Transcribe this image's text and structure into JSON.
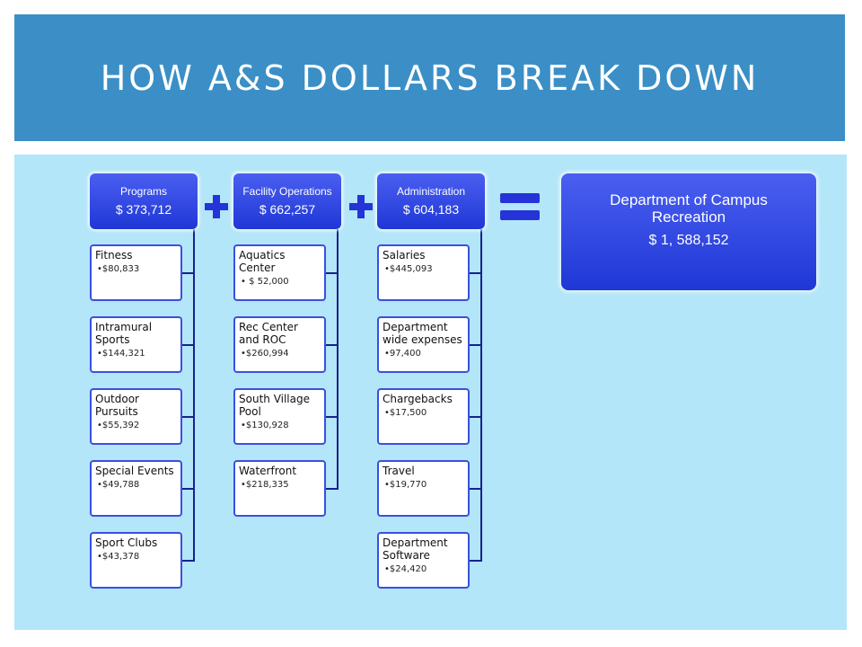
{
  "title": "HOW A&S DOLLARS BREAK DOWN",
  "columns": [
    {
      "title": "Programs",
      "amount": "$ 373,712",
      "items": [
        {
          "title": "Fitness",
          "amount": "•$80,833"
        },
        {
          "title": "Intramural Sports",
          "amount": "•$144,321"
        },
        {
          "title": "Outdoor Pursuits",
          "amount": "•$55,392"
        },
        {
          "title": "Special Events",
          "amount": "•$49,788"
        },
        {
          "title": "Sport Clubs",
          "amount": "•$43,378"
        }
      ]
    },
    {
      "title": "Facility Operations",
      "amount": "$ 662,257",
      "items": [
        {
          "title": "Aquatics Center",
          "amount": "• $ 52,000"
        },
        {
          "title": "Rec Center and ROC",
          "amount": "•$260,994"
        },
        {
          "title": "South Village Pool",
          "amount": "•$130,928"
        },
        {
          "title": "Waterfront",
          "amount": "•$218,335"
        }
      ]
    },
    {
      "title": "Administration",
      "amount": "$ 604,183",
      "items": [
        {
          "title": "Salaries",
          "amount": "•$445,093"
        },
        {
          "title": "Department wide expenses",
          "amount": "•97,400"
        },
        {
          "title": "Chargebacks",
          "amount": "•$17,500"
        },
        {
          "title": "Travel",
          "amount": "•$19,770"
        },
        {
          "title": "Department Software",
          "amount": "•$24,420"
        }
      ]
    }
  ],
  "result": {
    "title": "Department of Campus Recreation",
    "amount": "$ 1, 588,152"
  },
  "colors": {
    "title_bar": "#3b8fc6",
    "background": "#b3e6f8",
    "box_fill": "#2a40e0",
    "connector": "#16228e"
  }
}
